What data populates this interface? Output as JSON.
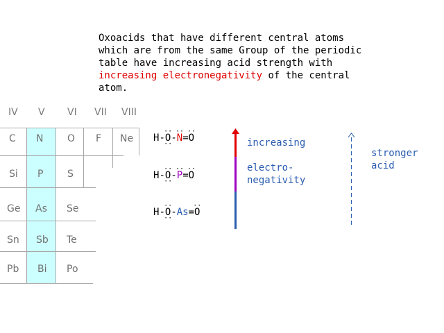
{
  "intro": {
    "line1": "Oxoacids that have different central atoms",
    "line2": "which are from the same Group of the periodic",
    "line3": "table have increasing acid strength with",
    "line4_highlight": "increasing electronegativity",
    "line4_rest": " of the central",
    "line5": "atom."
  },
  "periodic_table": {
    "groups": [
      "IV",
      "V",
      "VI",
      "VII",
      "VIII"
    ],
    "rows": [
      [
        "C",
        "N",
        "O",
        "F",
        "Ne"
      ],
      [
        "Si",
        "P",
        "S"
      ],
      [
        "Ge",
        "As",
        "Se"
      ],
      [
        "Sn",
        "Sb",
        "Te"
      ],
      [
        "Pb",
        "Bi",
        "Po"
      ]
    ]
  },
  "formulas": [
    {
      "h": "H",
      "o1": "O",
      "x": "N",
      "o2": "O",
      "x_color": "#e00000"
    },
    {
      "h": "H",
      "o1": "O",
      "x": "P",
      "o2": "O",
      "x_color": "#a000c0"
    },
    {
      "h": "H",
      "o1": "O",
      "x": "As",
      "o2": "O",
      "x_color": "#2a5db0"
    }
  ],
  "labels": {
    "increasing": "increasing",
    "electro": "electro-",
    "negativity": "negativity",
    "stronger": "stronger",
    "acid": "acid"
  },
  "colors": {
    "red": "#e00000",
    "purple": "#a000c0",
    "blue": "#2a5db0",
    "highlight": "#ccffff"
  }
}
